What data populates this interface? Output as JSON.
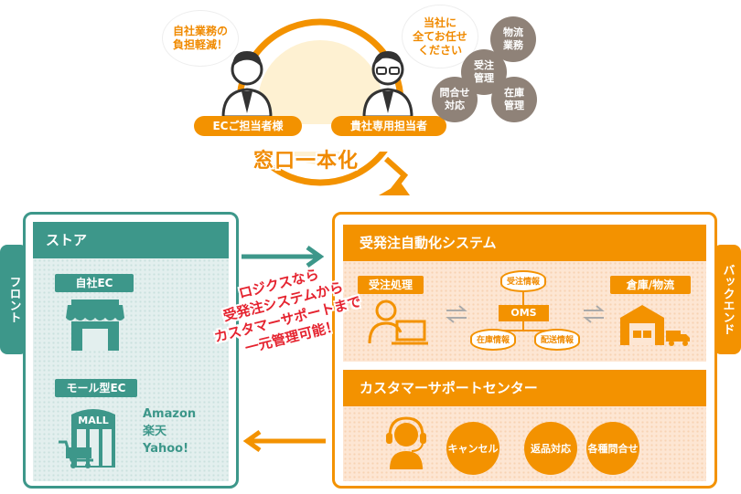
{
  "top": {
    "bubble_client": "自社業務の\n負担軽減！",
    "bubble_staff": "当社に\n全てお任せ\nください",
    "role_client": "ECご担当者様",
    "role_staff": "貴社専用担当者",
    "grey_tasks": [
      "物流\n業務",
      "受注\n管理",
      "問合せ\n対応",
      "在庫\n管理"
    ],
    "madoguchi": "窓口一本化"
  },
  "side": {
    "front": "フロント",
    "back": "バックエンド"
  },
  "store": {
    "title": "ストア",
    "own_ec": "自社EC",
    "mall_ec": "モール型EC",
    "mall_sign": "MALL",
    "malls": [
      "Amazon",
      "楽天",
      "Yahoo!"
    ]
  },
  "system": {
    "title": "受発注自動化システム",
    "order_processing": "受注処理",
    "warehouse": "倉庫/物流",
    "oms": "OMS",
    "db_order": "受注情報",
    "db_stock": "在庫情報",
    "db_delivery": "配送情報"
  },
  "support": {
    "title": "カスタマーサポートセンター",
    "items": [
      "キャンセル",
      "返品対応",
      "各種問合せ"
    ]
  },
  "callout": "ロジクスなら\n受発注システムから\nカスタマーサポートまで\n一元管理可能！",
  "colors": {
    "orange": "#f39200",
    "teal": "#3d978a",
    "red": "#e5232f",
    "grey": "#8f8278"
  }
}
